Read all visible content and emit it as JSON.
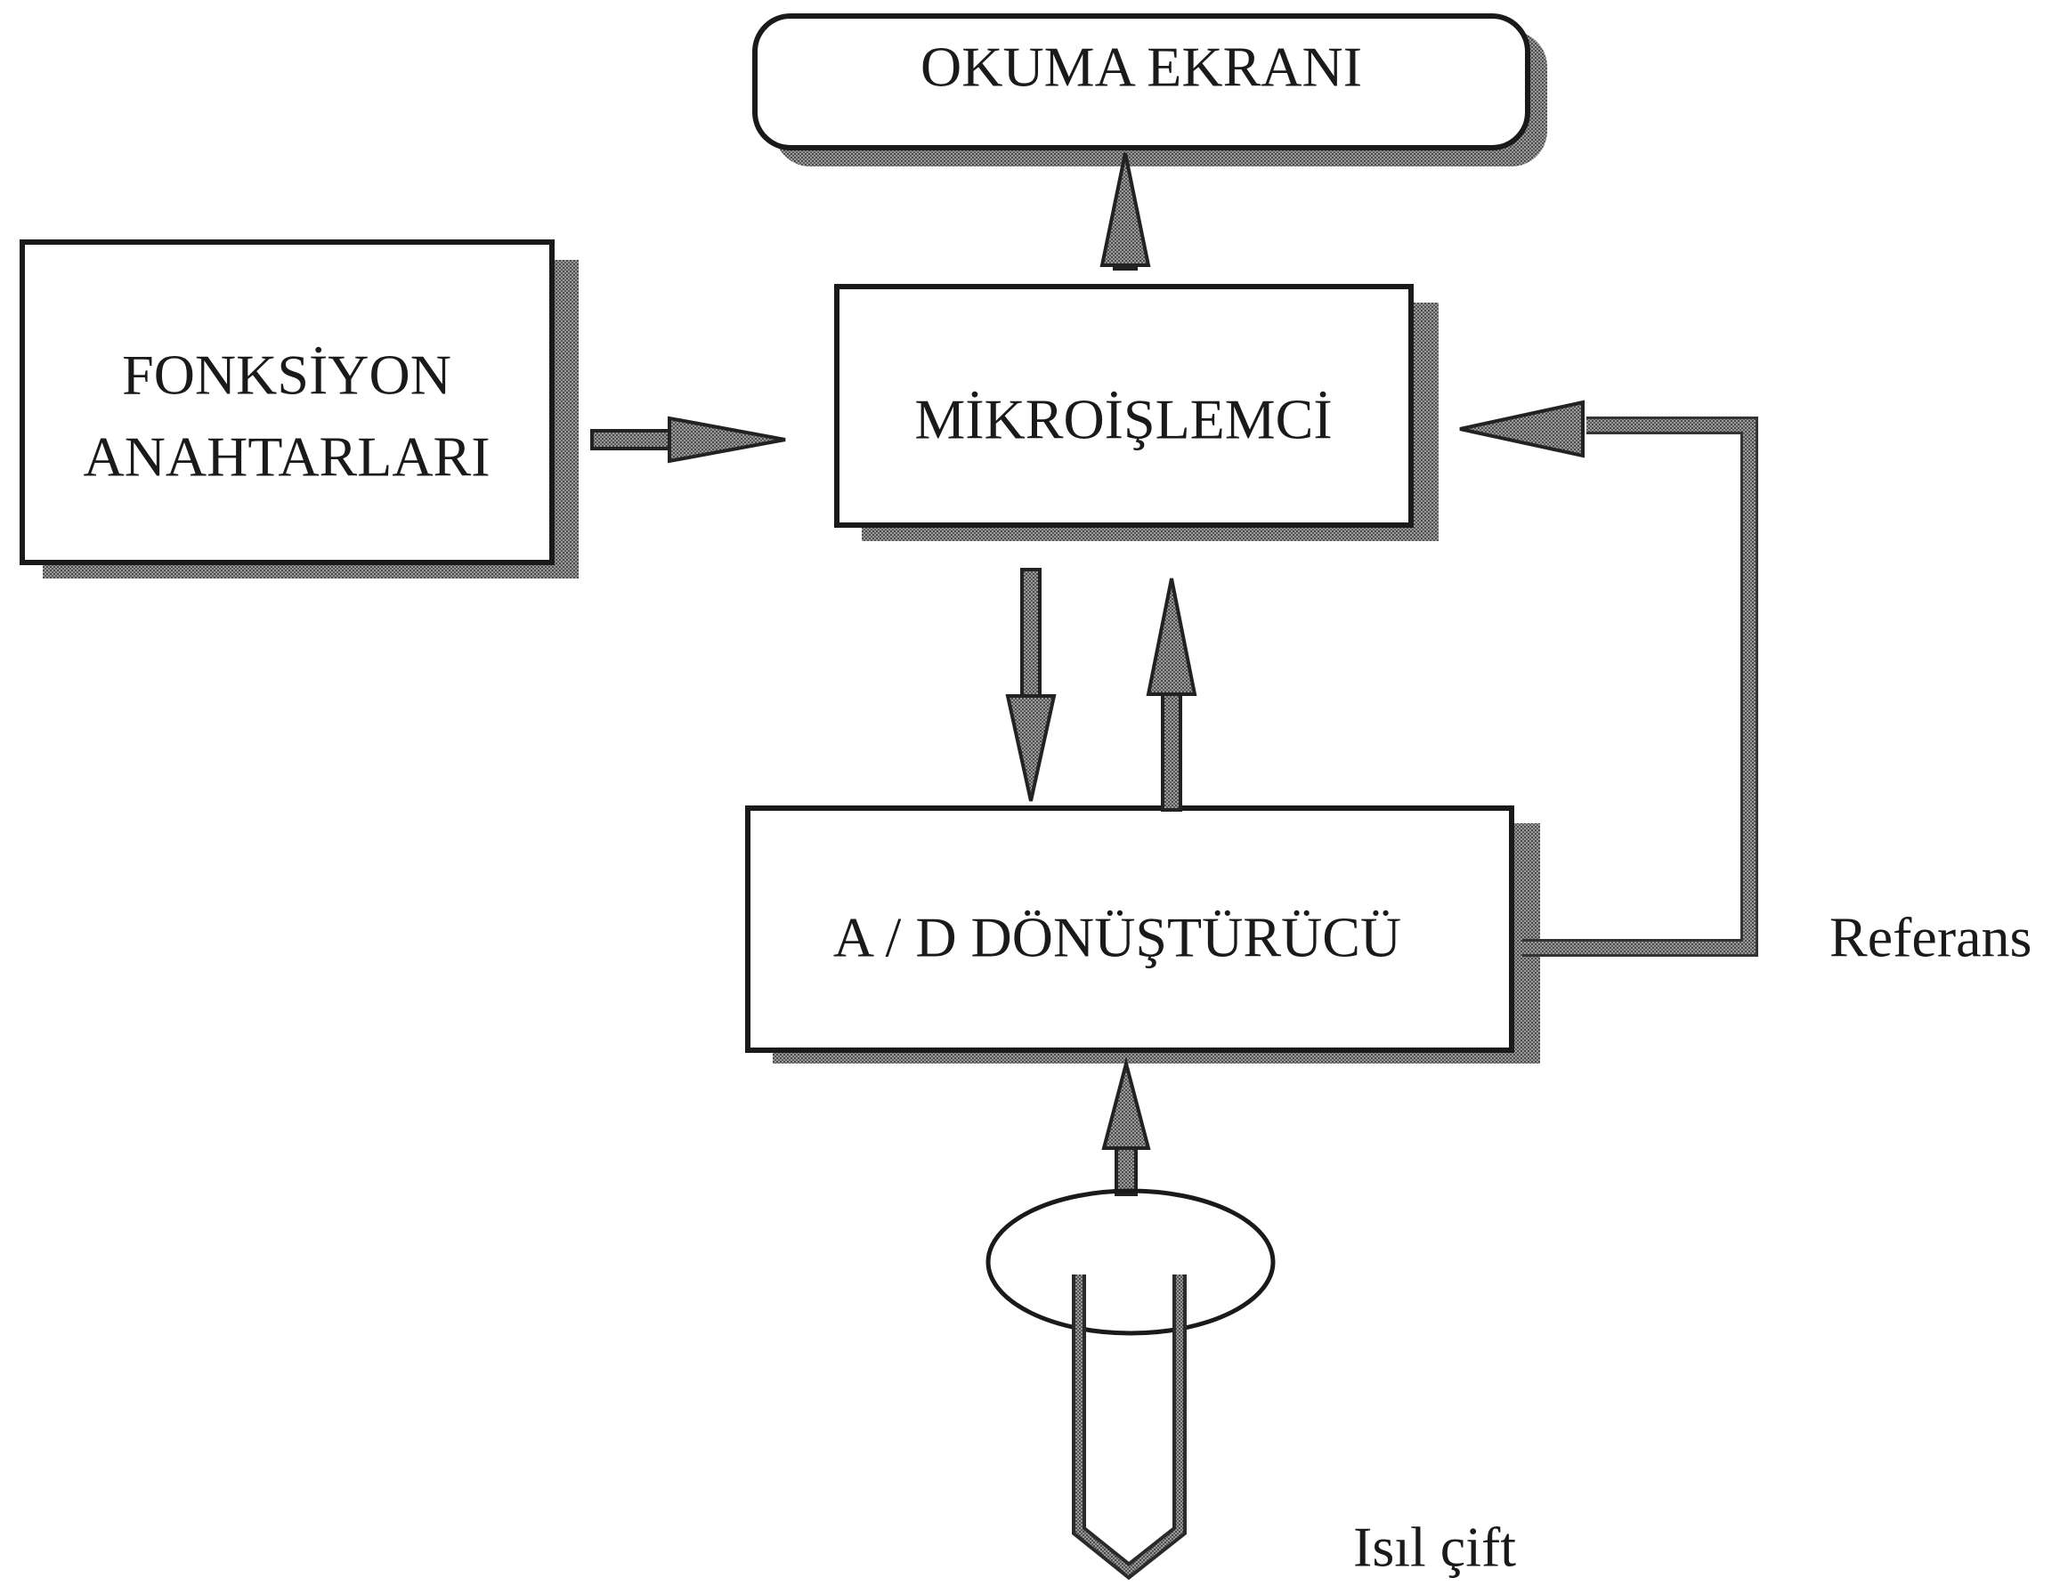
{
  "nodes": {
    "display": {
      "label": "OKUMA EKRANI"
    },
    "function_keys": {
      "line1": "FONKSİYON",
      "line2": "ANAHTARLARI"
    },
    "microprocessor": {
      "label": "MİKROİŞLEMCİ"
    },
    "adc": {
      "label": "A / D DÖNÜŞTÜRÜCÜ"
    }
  },
  "labels": {
    "reference": "Referans",
    "thermocouple": "Isıl çift"
  },
  "edges": [
    {
      "from": "microprocessor",
      "to": "display"
    },
    {
      "from": "function_keys",
      "to": "microprocessor"
    },
    {
      "from": "microprocessor",
      "to": "adc"
    },
    {
      "from": "adc",
      "to": "microprocessor"
    },
    {
      "from": "adc",
      "to": "microprocessor",
      "label": "Referans"
    },
    {
      "from": "thermocouple",
      "to": "adc"
    }
  ],
  "colors": {
    "ink": "#1a1a1a",
    "shadow": "#8a8a8a",
    "background": "#ffffff"
  }
}
